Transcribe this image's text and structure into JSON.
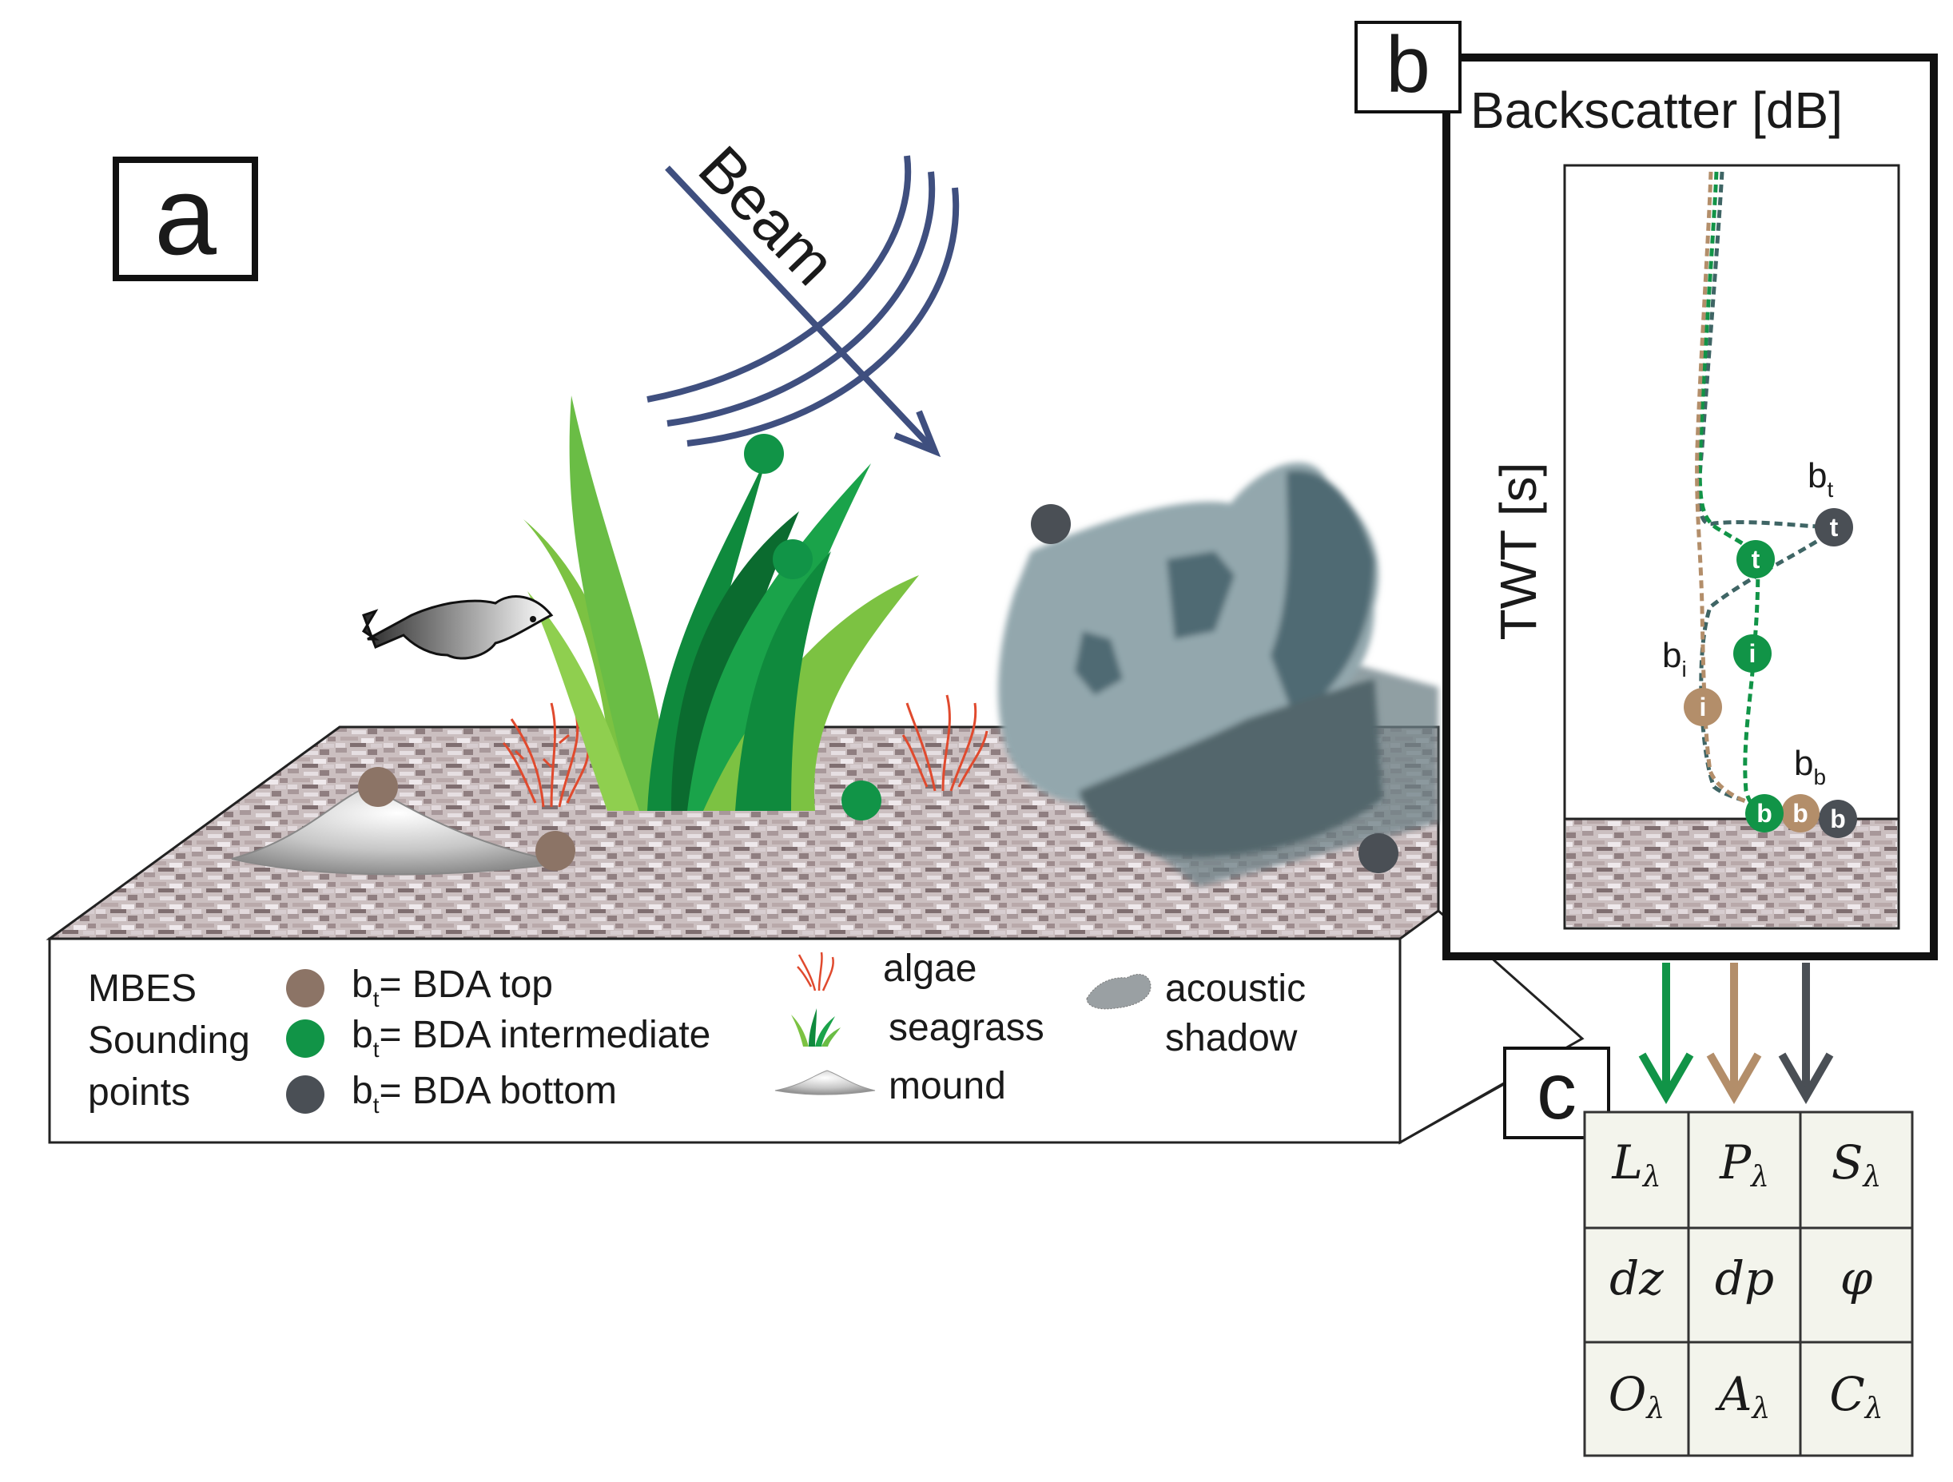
{
  "panel_a": {
    "label": "a",
    "beam_label": "Beam"
  },
  "panel_b": {
    "label": "b",
    "title": "Backscatter [dB]",
    "y_axis_label": "TWT [s]",
    "label_bt": "b",
    "label_bt_sub": "t",
    "label_bi": "b",
    "label_bi_sub": "i",
    "label_bb": "b",
    "label_bb_sub": "b",
    "marker_t": "t",
    "marker_i": "i",
    "marker_b": "b"
  },
  "panel_c": {
    "label": "c",
    "cells": [
      [
        "L",
        "P",
        "S"
      ],
      [
        "dz",
        "dp",
        "φ"
      ],
      [
        "O",
        "A",
        "C"
      ]
    ],
    "subscript": "λ"
  },
  "legend": {
    "mbes_line1": "MBES",
    "mbes_line2": "Sounding",
    "mbes_line3": "points",
    "top_b": "b",
    "top_sub": "t",
    "top_text": "= BDA top",
    "mid_b": "b",
    "mid_sub": "t",
    "mid_text": "= BDA intermediate",
    "bot_b": "b",
    "bot_sub": "t",
    "bot_text": "= BDA bottom",
    "algae": "algae",
    "seagrass": "seagrass",
    "mound": "mound",
    "shadow_line1": "acoustic",
    "shadow_line2": "shadow"
  },
  "colors": {
    "top_point": "#8c7466",
    "intermediate_point": "#119447",
    "bottom_point": "#4a4f55",
    "brown_curve": "#b38e6a",
    "beam": "#3f4f7f",
    "algae": "#e04a2e",
    "rock": "#93a7ad",
    "rock_dark": "#4f6b73"
  }
}
